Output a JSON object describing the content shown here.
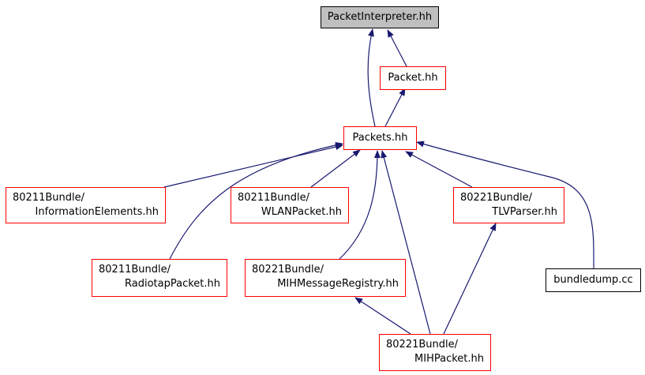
{
  "colors": {
    "edge": "#191970",
    "border_red": "#ff0000",
    "root_fill": "#bfbfbf"
  },
  "nodes": {
    "packet_interpreter": {
      "label": "PacketInterpreter.hh"
    },
    "packet": {
      "label": "Packet.hh"
    },
    "packets": {
      "label": "Packets.hh"
    },
    "info_elements": {
      "line1": "80211Bundle/",
      "line2": "InformationElements.hh"
    },
    "wlan_packet": {
      "line1": "80211Bundle/",
      "line2": "WLANPacket.hh"
    },
    "tlv_parser": {
      "line1": "80221Bundle/",
      "line2": "TLVParser.hh"
    },
    "radiotap_packet": {
      "line1": "80211Bundle/",
      "line2": "RadiotapPacket.hh"
    },
    "mih_message_registry": {
      "line1": "80221Bundle/",
      "line2": "MIHMessageRegistry.hh"
    },
    "bundledump": {
      "label": "bundledump.cc"
    },
    "mih_packet": {
      "line1": "80221Bundle/",
      "line2": "MIHPacket.hh"
    }
  }
}
